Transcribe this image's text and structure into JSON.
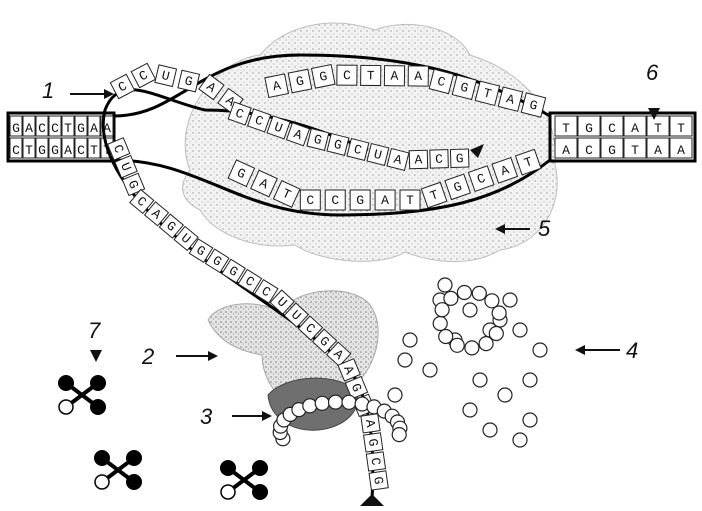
{
  "labels": {
    "l1": "1",
    "l2": "2",
    "l3": "3",
    "l4": "4",
    "l5": "5",
    "l6": "6",
    "l7": "7"
  },
  "dna": {
    "top_left": "GACCTGAA",
    "bottom_left": "CTGGACTT",
    "top_right": "TGCATT",
    "bottom_right": "ACGTAA",
    "loop_top": "AGGCTAACGTAG",
    "loop_bottom": "GATCCGATTGCAT"
  },
  "rna": {
    "top_arc": "CCUGAA",
    "mid_arc": "CCUAGGCUAACG",
    "strand_down": "CUGCAGUGGGCCUUCGAAGUAGCG"
  },
  "colors": {
    "enzyme": "#c9c9c9",
    "ink": "#111111",
    "bead": "#ffffff"
  }
}
